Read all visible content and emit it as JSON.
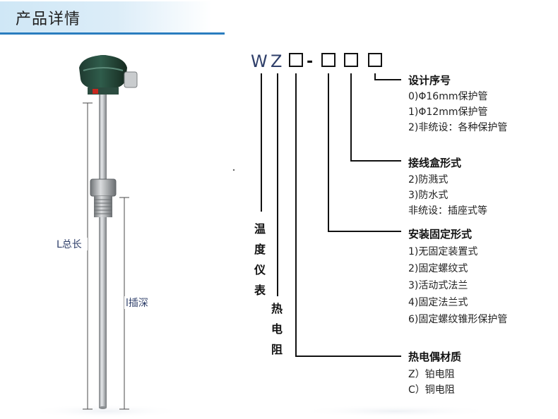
{
  "header": {
    "title": "产品详情"
  },
  "model_code": {
    "prefix_w": "W",
    "prefix_z": "Z",
    "dash": "-"
  },
  "vertical_labels": {
    "instrument": [
      "温",
      "度",
      "仪",
      "表"
    ],
    "resistance": [
      "热",
      "电",
      "阻"
    ]
  },
  "product": {
    "total_length_label": "L总长",
    "insertion_depth_label": "l插深"
  },
  "groups": [
    {
      "title": "设计序号",
      "items": [
        "0)Φ16mm保护管",
        "1)Φ12mm保护管",
        "2)非统设：各种保护管"
      ]
    },
    {
      "title": "接线盒形式",
      "items": [
        "2)防溅式",
        "3)防水式",
        "非统设：插座式等"
      ]
    },
    {
      "title": "安装固定形式",
      "items": [
        "1)无固定装置式",
        "2)固定螺纹式",
        "3)活动式法兰",
        "4)固定法兰式",
        "6)固定螺纹锥形保护管"
      ]
    },
    {
      "title": "热电偶材质",
      "items": [
        "Z）铂电阻",
        "C）铜电阻"
      ]
    }
  ],
  "colors": {
    "accent": "#2a7dbf",
    "header_band": "#d6ebf7",
    "line": "#111111",
    "dim_text": "#2f3f6a"
  }
}
